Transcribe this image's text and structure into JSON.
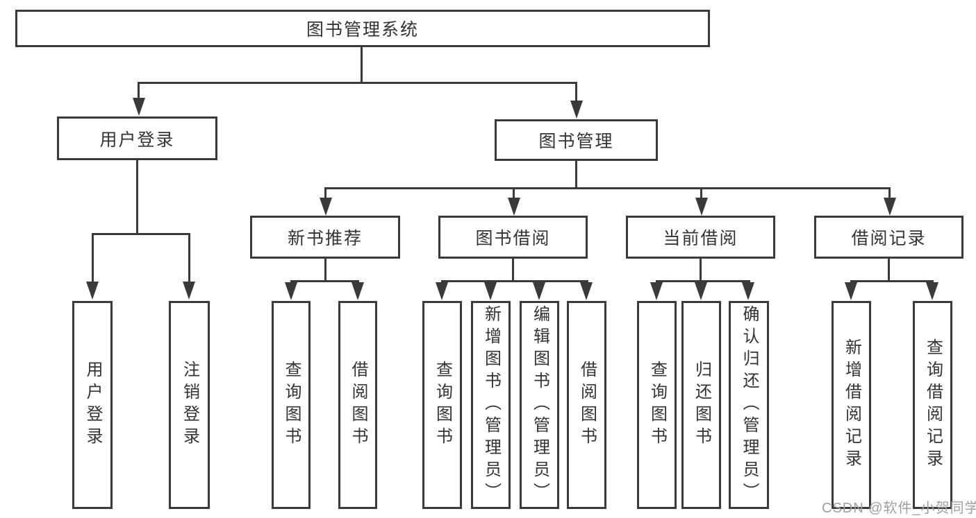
{
  "colors": {
    "line": "#3a3a3a",
    "node_border": "#3a3a3a",
    "node_text": "#333333",
    "watermark_text": "#9f9f9f",
    "background": "#ffffff"
  },
  "root": {
    "label": "图书管理系统"
  },
  "level2": {
    "user_login": {
      "label": "用户登录"
    },
    "book_management": {
      "label": "图书管理"
    }
  },
  "level3": {
    "new_book": {
      "label": "新书推荐"
    },
    "book_borrow": {
      "label": "图书借阅"
    },
    "current_borrow": {
      "label": "当前借阅"
    },
    "borrow_record": {
      "label": "借阅记录"
    }
  },
  "leaves": {
    "user_login": [
      {
        "label": "用户登录"
      },
      {
        "label": "注销登录"
      }
    ],
    "new_book": [
      {
        "label": "查询图书"
      },
      {
        "label": "借阅图书"
      }
    ],
    "book_borrow": [
      {
        "label": "查询图书"
      },
      {
        "label": "新增图书（管理员）"
      },
      {
        "label": "编辑图书（管理员）"
      },
      {
        "label": "借阅图书"
      }
    ],
    "current_borrow": [
      {
        "label": "查询图书"
      },
      {
        "label": "归还图书"
      },
      {
        "label": "确认归还（管理员）"
      }
    ],
    "borrow_record": [
      {
        "label": "新增借阅记录"
      },
      {
        "label": "查询借阅记录"
      }
    ]
  },
  "watermark": {
    "text": "CSDN @软件_小贺同学"
  }
}
